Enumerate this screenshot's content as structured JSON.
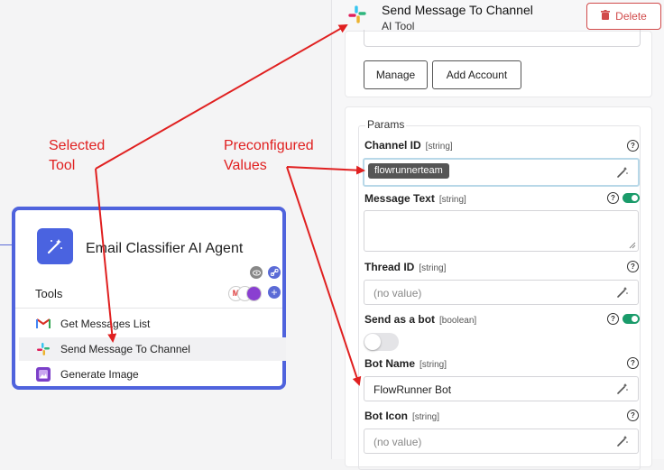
{
  "agent": {
    "title": "Email Classifier AI Agent",
    "tools_label": "Tools",
    "tools": [
      {
        "label": "Get Messages List",
        "icon": "gmail-icon"
      },
      {
        "label": "Send Message To Channel",
        "icon": "slack-icon",
        "selected": true
      },
      {
        "label": "Generate Image",
        "icon": "image-gen-icon"
      }
    ]
  },
  "panel": {
    "title": "Send Message To Channel",
    "subtitle": "AI Tool",
    "delete_label": "Delete",
    "manage_label": "Manage",
    "add_account_label": "Add Account",
    "params_label": "Params",
    "fields": {
      "channel_id": {
        "label": "Channel ID",
        "type": "[string]",
        "value": "flowrunnerteam"
      },
      "message_text": {
        "label": "Message Text",
        "type": "[string]"
      },
      "thread_id": {
        "label": "Thread ID",
        "type": "[string]",
        "placeholder": "(no value)"
      },
      "send_as_bot": {
        "label": "Send as a bot",
        "type": "[boolean]"
      },
      "bot_name": {
        "label": "Bot Name",
        "type": "[string]",
        "value": "FlowRunner Bot"
      },
      "bot_icon": {
        "label": "Bot Icon",
        "type": "[string]",
        "placeholder": "(no value)"
      }
    }
  },
  "annotations": {
    "selected_tool": [
      "Selected",
      "Tool"
    ],
    "preconfigured": [
      "Preconfigured",
      "Values"
    ]
  },
  "colors": {
    "accent": "#4f63dd",
    "danger": "#d14b4b",
    "toggle_on": "#1a9b6a",
    "annotation": "#e02020"
  }
}
